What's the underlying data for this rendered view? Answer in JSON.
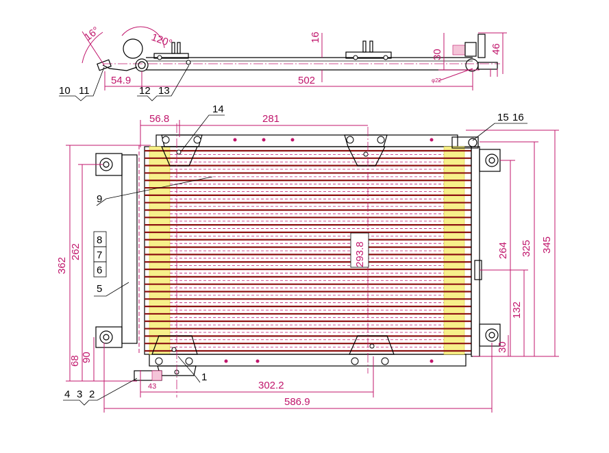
{
  "colors": {
    "dimension": "#c0156b",
    "outline": "#000000",
    "tube": "#8b1010",
    "hatch": "#f7f08a",
    "background": "#ffffff"
  },
  "top_view": {
    "dims": {
      "angle_16": "16°",
      "angle_120": "120°",
      "height_16": "16",
      "len_54_9": "54.9",
      "len_502": "502",
      "height_30": "30",
      "height_46": "46",
      "dia_22": "φ22"
    },
    "labels": [
      "10",
      "11",
      "12",
      "13"
    ]
  },
  "front_view": {
    "dims": {
      "w_56_8": "56.8",
      "w_281": "281",
      "h_293_8": "293.8",
      "h_362": "362",
      "h_262": "262",
      "h_68": "68",
      "h_90": "90",
      "h_264": "264",
      "h_325": "325",
      "h_345": "345",
      "h_132": "132",
      "h_30": "30",
      "w_43": "43",
      "w_302_2": "302.2",
      "w_586_9": "586.9"
    },
    "labels": {
      "l1": "1",
      "l2": "2",
      "l3": "3",
      "l4": "4",
      "l5": "5",
      "l6": "6",
      "l7": "7",
      "l8": "8",
      "l9": "9",
      "l14": "14",
      "l15": "15",
      "l16": "16"
    }
  }
}
